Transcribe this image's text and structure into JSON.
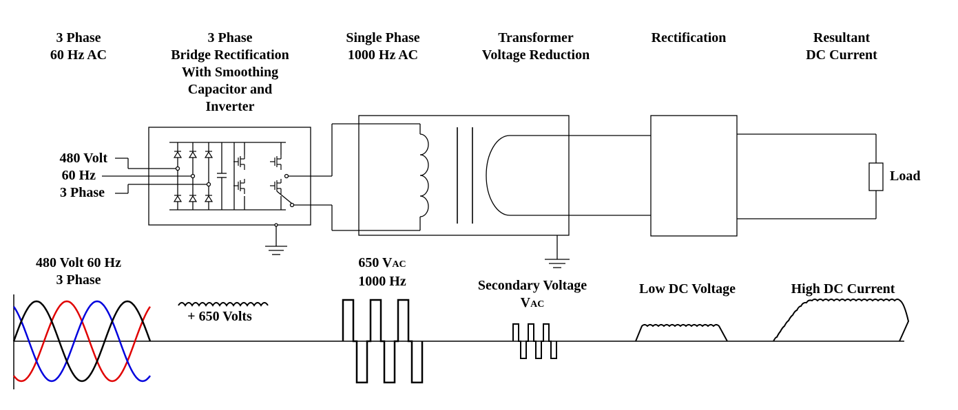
{
  "stages": [
    {
      "line1": "3 Phase",
      "line2": "60 Hz AC"
    },
    {
      "line1": "3 Phase",
      "line2": "Bridge Rectification",
      "line3": "With Smoothing",
      "line4": "Capacitor and",
      "line5": "Inverter"
    },
    {
      "line1": "Single Phase",
      "line2": "1000 Hz  AC"
    },
    {
      "line1": "Transformer",
      "line2": "Voltage Reduction"
    },
    {
      "line1": "Rectification"
    },
    {
      "line1": "Resultant",
      "line2": "DC Current"
    }
  ],
  "input_labels": [
    "480 Volt",
    "60 Hz",
    "3 Phase"
  ],
  "load_label": "Load",
  "waveforms": {
    "ac_input": {
      "line1": "480 Volt 60 Hz",
      "line2": "3 Phase"
    },
    "dc_bus": {
      "text": "+ 650 Volts"
    },
    "inverter_out": {
      "volts": "650 V",
      "sub": "AC",
      "line2": "1000 Hz"
    },
    "secondary": {
      "line1": "Secondary Voltage",
      "volts": "V",
      "sub": "AC"
    },
    "low_dc": {
      "text": "Low DC Voltage"
    },
    "high_dc": {
      "text": "High DC Current"
    }
  },
  "colors": {
    "phase_a": "#000000",
    "phase_b": "#e00000",
    "phase_c": "#0000dd",
    "line": "#000000"
  }
}
